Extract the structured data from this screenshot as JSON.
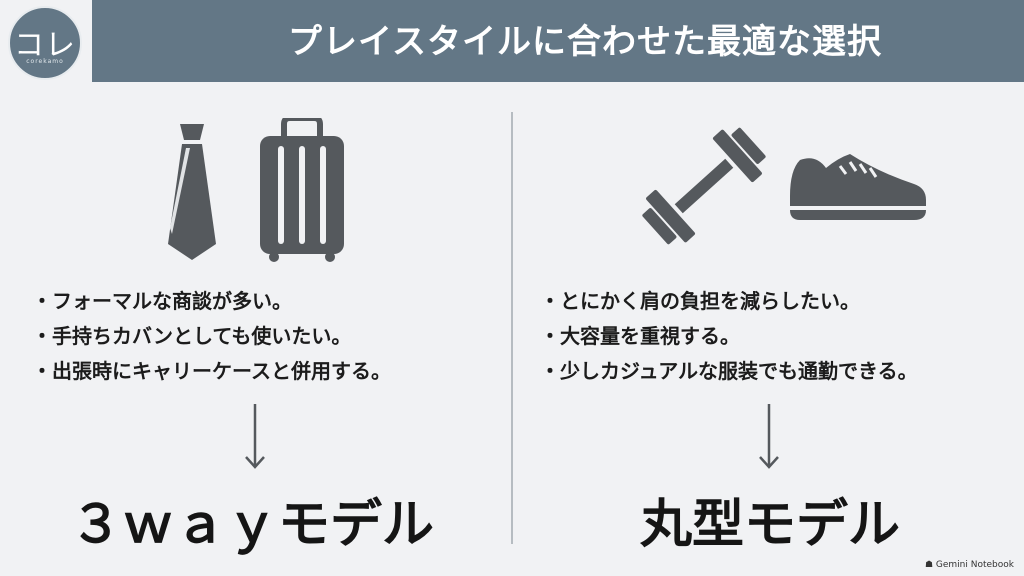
{
  "logo": {
    "text": "コレ",
    "subtext": "corekamo"
  },
  "header": {
    "title": "プレイスタイルに合わせた最適な選択"
  },
  "left": {
    "icons": [
      "necktie-icon",
      "suitcase-icon"
    ],
    "bullets": [
      "フォーマルな商談が多い。",
      "手持ちカバンとしても使いたい。",
      "出張時にキャリーケースと併用する。"
    ],
    "model": "３ｗａｙモデル"
  },
  "right": {
    "icons": [
      "dumbbell-icon",
      "sneaker-icon"
    ],
    "bullets": [
      "とにかく肩の負担を減らしたい。",
      "大容量を重視する。",
      "少しカジュアルな服装でも通勤できる。"
    ],
    "model": "丸型モデル"
  },
  "watermark": "Gemini Notebook",
  "colors": {
    "header": "#637786",
    "icon": "#55595d",
    "background": "#f1f2f4"
  }
}
